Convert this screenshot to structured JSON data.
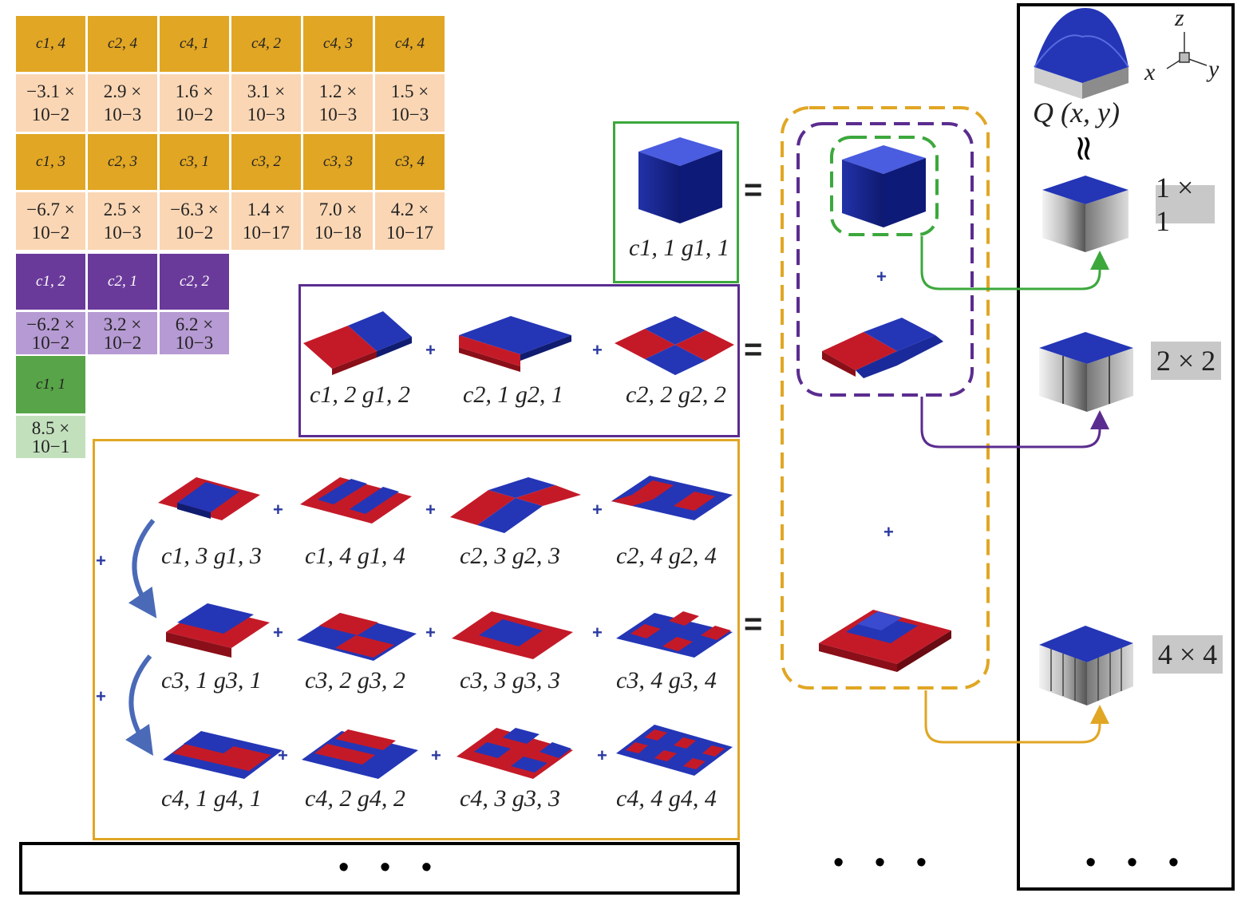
{
  "table_orange_row1": {
    "headers": [
      "c1, 4",
      "c2, 4",
      "c4, 1",
      "c4, 2",
      "c4, 3",
      "c4, 4"
    ],
    "values": [
      [
        "−3.1 ×",
        "10−2"
      ],
      [
        "2.9 ×",
        "10−3"
      ],
      [
        "1.6 ×",
        "10−2"
      ],
      [
        "3.1 ×",
        "10−3"
      ],
      [
        "1.2 ×",
        "10−3"
      ],
      [
        "1.5 ×",
        "10−3"
      ]
    ]
  },
  "table_orange_row2": {
    "headers": [
      "c1, 3",
      "c2, 3",
      "c3, 1",
      "c3, 2",
      "c3, 3",
      "c3, 4"
    ],
    "values": [
      [
        "−6.7 ×",
        "10−2"
      ],
      [
        "2.5 ×",
        "10−3"
      ],
      [
        "−6.3 ×",
        "10−2"
      ],
      [
        "1.4 ×",
        "10−17"
      ],
      [
        "7.0 ×",
        "10−18"
      ],
      [
        "4.2 ×",
        "10−17"
      ]
    ]
  },
  "table_purple": {
    "headers": [
      "c1, 2",
      "c2, 1",
      "c2, 2"
    ],
    "values": [
      [
        "−6.2 ×",
        "10−2"
      ],
      [
        "3.2 ×",
        "10−2"
      ],
      [
        "6.2 ×",
        "10−3"
      ]
    ]
  },
  "table_green": {
    "headers": [
      "c1, 1"
    ],
    "values": [
      [
        "8.5 ×",
        "10−1"
      ]
    ]
  },
  "green_term": "c1, 1 g1, 1",
  "purple_terms": [
    "c1, 2 g1, 2",
    "c2, 1 g2, 1",
    "c2, 2 g2, 2"
  ],
  "orange_terms": [
    [
      "c1, 3 g1, 3",
      "c1, 4 g1, 4",
      "c2, 3 g2, 3",
      "c2, 4 g2, 4"
    ],
    [
      "c3, 1 g3, 1",
      "c3, 2 g3, 2",
      "c3, 3 g3, 3",
      "c3, 4 g3, 4"
    ],
    [
      "c4, 1 g4, 1",
      "c4, 2 g4, 2",
      "c4, 3 g3, 3",
      "c4, 4 g4, 4"
    ]
  ],
  "equals": "=",
  "plus": "+",
  "approx": "≈",
  "function_label": "Q (x, y)",
  "axes": {
    "x": "x",
    "y": "y",
    "z": "z"
  },
  "resolutions": [
    "1 × 1",
    "2 × 2",
    "4 × 4"
  ],
  "ellipsis": "• • •",
  "colors": {
    "orange": "#e1a624",
    "purple": "#6a3a9a",
    "green": "#3ca83c",
    "red": "#c41a28",
    "blue": "#1d2da8"
  }
}
